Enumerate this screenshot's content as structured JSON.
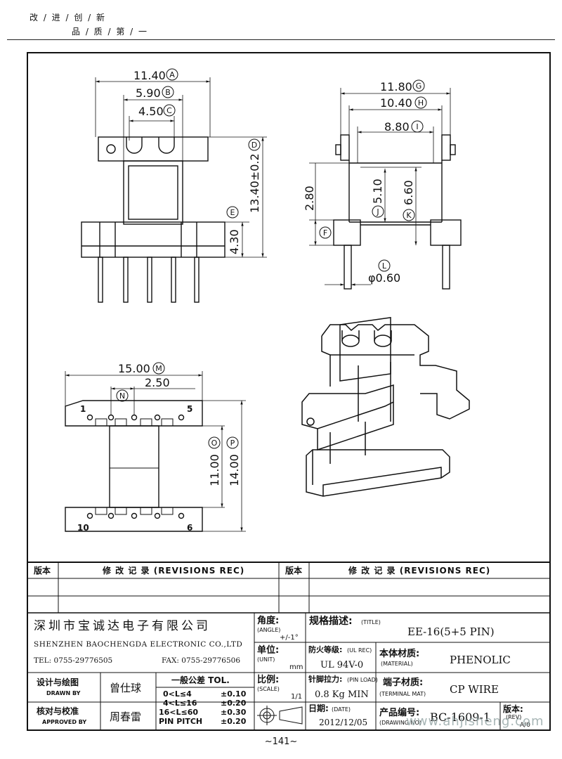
{
  "header": {
    "motto_line1": "改 / 进 / 创 / 新",
    "motto_line2": "品 / 质 / 第 / 一"
  },
  "dimensions": {
    "A": {
      "value": "11.40",
      "tag": "A"
    },
    "B": {
      "value": "5.90",
      "tag": "B"
    },
    "C": {
      "value": "4.50",
      "tag": "C"
    },
    "D": {
      "value": "13.40±0.2",
      "tag": "D"
    },
    "E": {
      "value": "4.30",
      "tag": "E"
    },
    "G": {
      "value": "11.80",
      "tag": "G"
    },
    "H": {
      "value": "10.40",
      "tag": "H"
    },
    "I": {
      "value": "8.80",
      "tag": "I"
    },
    "F": {
      "value": "2.80",
      "tag": "F"
    },
    "J": {
      "value": "5.10",
      "tag": "J"
    },
    "K": {
      "value": "6.60",
      "tag": "K"
    },
    "L": {
      "value": "φ0.60",
      "tag": "L"
    },
    "M": {
      "value": "15.00",
      "tag": "M"
    },
    "N": {
      "value": "2.50",
      "tag": "N"
    },
    "O": {
      "value": "11.00",
      "tag": "O"
    },
    "P": {
      "value": "14.00",
      "tag": "P"
    }
  },
  "pins": {
    "p1": "1",
    "p5": "5",
    "p10": "10",
    "p6": "6"
  },
  "revisions": {
    "col_ver": "版本",
    "col_rec": "修 改 记 录 (REVISIONS REC)"
  },
  "company": {
    "name_cn": "深圳市宝诚达电子有限公司",
    "name_en": "SHENZHEN BAOCHENGDA ELECTRONIC CO.,LTD",
    "tel": "TEL: 0755-29776505",
    "fax": "FAX: 0755-29776506"
  },
  "fields": {
    "angle_label": "角度:",
    "angle_en": "(ANGLE)",
    "angle_value": "+/-1°",
    "unit_label": "单位:",
    "unit_en": "(UNIT)",
    "unit_value": "mm",
    "scale_label": "比例:",
    "scale_en": "(SCALE)",
    "scale_value": "1/1",
    "title_label": "规格描述:",
    "title_en": "(TITLE)",
    "title_value": "EE-16(5+5 PIN)",
    "ul_label": "防火等级:",
    "ul_en": "(UL REC)",
    "ul_value": "UL 94V-0",
    "material_label": "本体材质:",
    "material_en": "(MATERIAL)",
    "material_value": "PHENOLIC",
    "pinload_label": "针脚拉力:",
    "pinload_en": "(PIN LOAD)",
    "pinload_value": "0.8 Kg MIN",
    "terminal_label": "端子材质:",
    "terminal_en": "(TERMINAL MAT)",
    "terminal_value": "CP WIRE",
    "date_label": "日期:",
    "date_en": "(DATE)",
    "date_value": "2012/12/05",
    "drawing_label": "产品编号:",
    "drawing_en": "(DRAWING NO)",
    "drawing_value": "BC-1609-1",
    "rev_label": "版本:",
    "rev_en": "(REV)",
    "rev_value": "A/0",
    "drawn_label": "设计与绘图",
    "drawn_en": "DRAWN BY",
    "drawn_name": "曾仕球",
    "approved_label": "核对与校准",
    "approved_en": "APPROVED BY",
    "approved_name": "周春雷"
  },
  "tolerance": {
    "title": "一般公差 TOL.",
    "rows": [
      {
        "range": "0<L≤4",
        "tol": "±0.10"
      },
      {
        "range": "4<L≤16",
        "tol": "±0.20"
      },
      {
        "range": "16<L≤60",
        "tol": "±0.30"
      },
      {
        "range": "PIN PITCH",
        "tol": "±0.20"
      }
    ]
  },
  "footer": {
    "page": "~141~",
    "watermark": "www.ahjisheng.com"
  }
}
